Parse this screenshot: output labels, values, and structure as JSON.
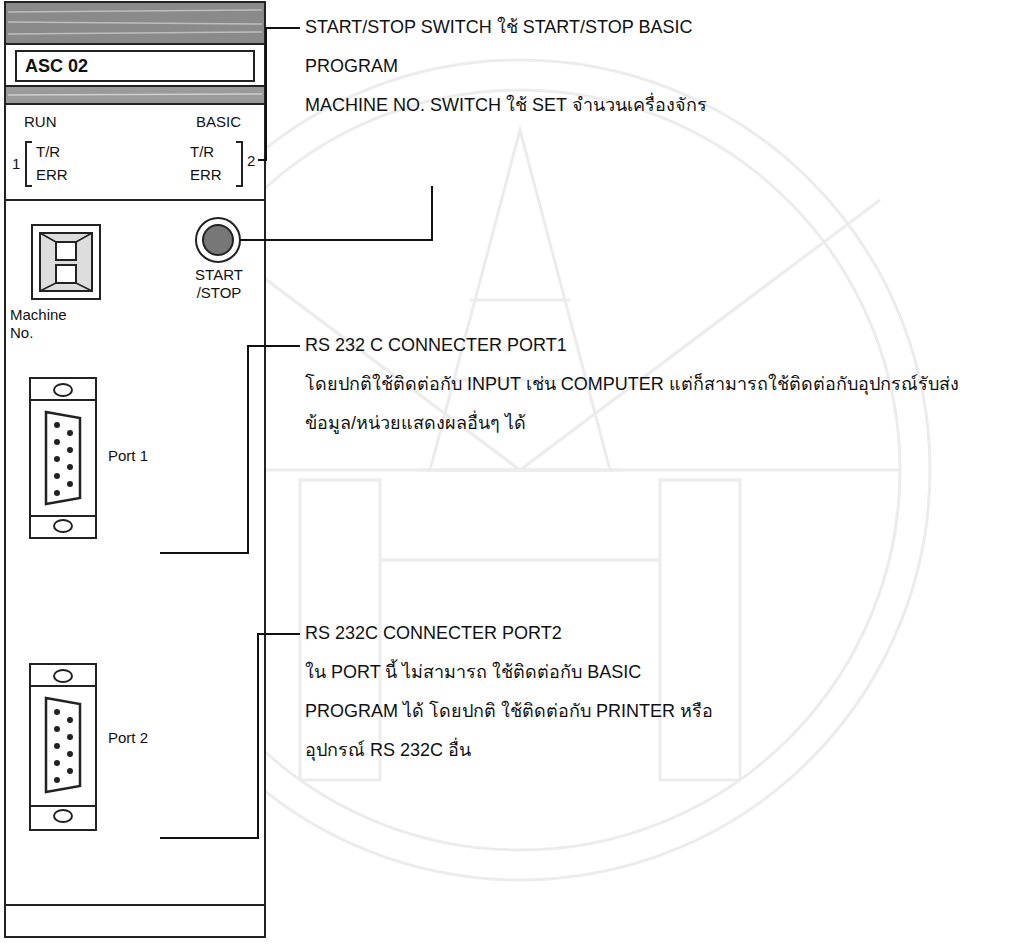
{
  "diagram": {
    "nodes": [
      {
        "text": [
          "ASC 02"
        ]
      }
    ],
    "labels": [
      "RUN",
      "BASIC",
      "1",
      "T/R",
      "ERR",
      "T/R",
      "ERR",
      "2",
      "START /STOP",
      "Machine No.",
      "Port 1",
      "Port 2",
      "START/STOP SWITCH ใช้ START/STOP BASIC PROGRAM",
      "MACHINE NO. SWITCH ใช้ SET จำนวนเครื่องจักร",
      "RS 232 C CONNECTER PORT1",
      "โดยปกติใช้ติดต่อกับ INPUT เช่น COMPUTER แต่ก็สามารถใช้ติดต่อกับอุปกรณ์รับส่งข้อมูล/หน่วยแสดงผลอื่นๆ ได้",
      "RS 232C CONNECTER PORT2",
      "ใน PORT นี้ ไม่สามารถ ใช้ติดต่อกับ BASIC PROGRAM ได้ โดยปกติ ใช้ติดต่อกับ PRINTER หรือ อุปกรณ์ RS 232C อื่น"
    ]
  }
}
